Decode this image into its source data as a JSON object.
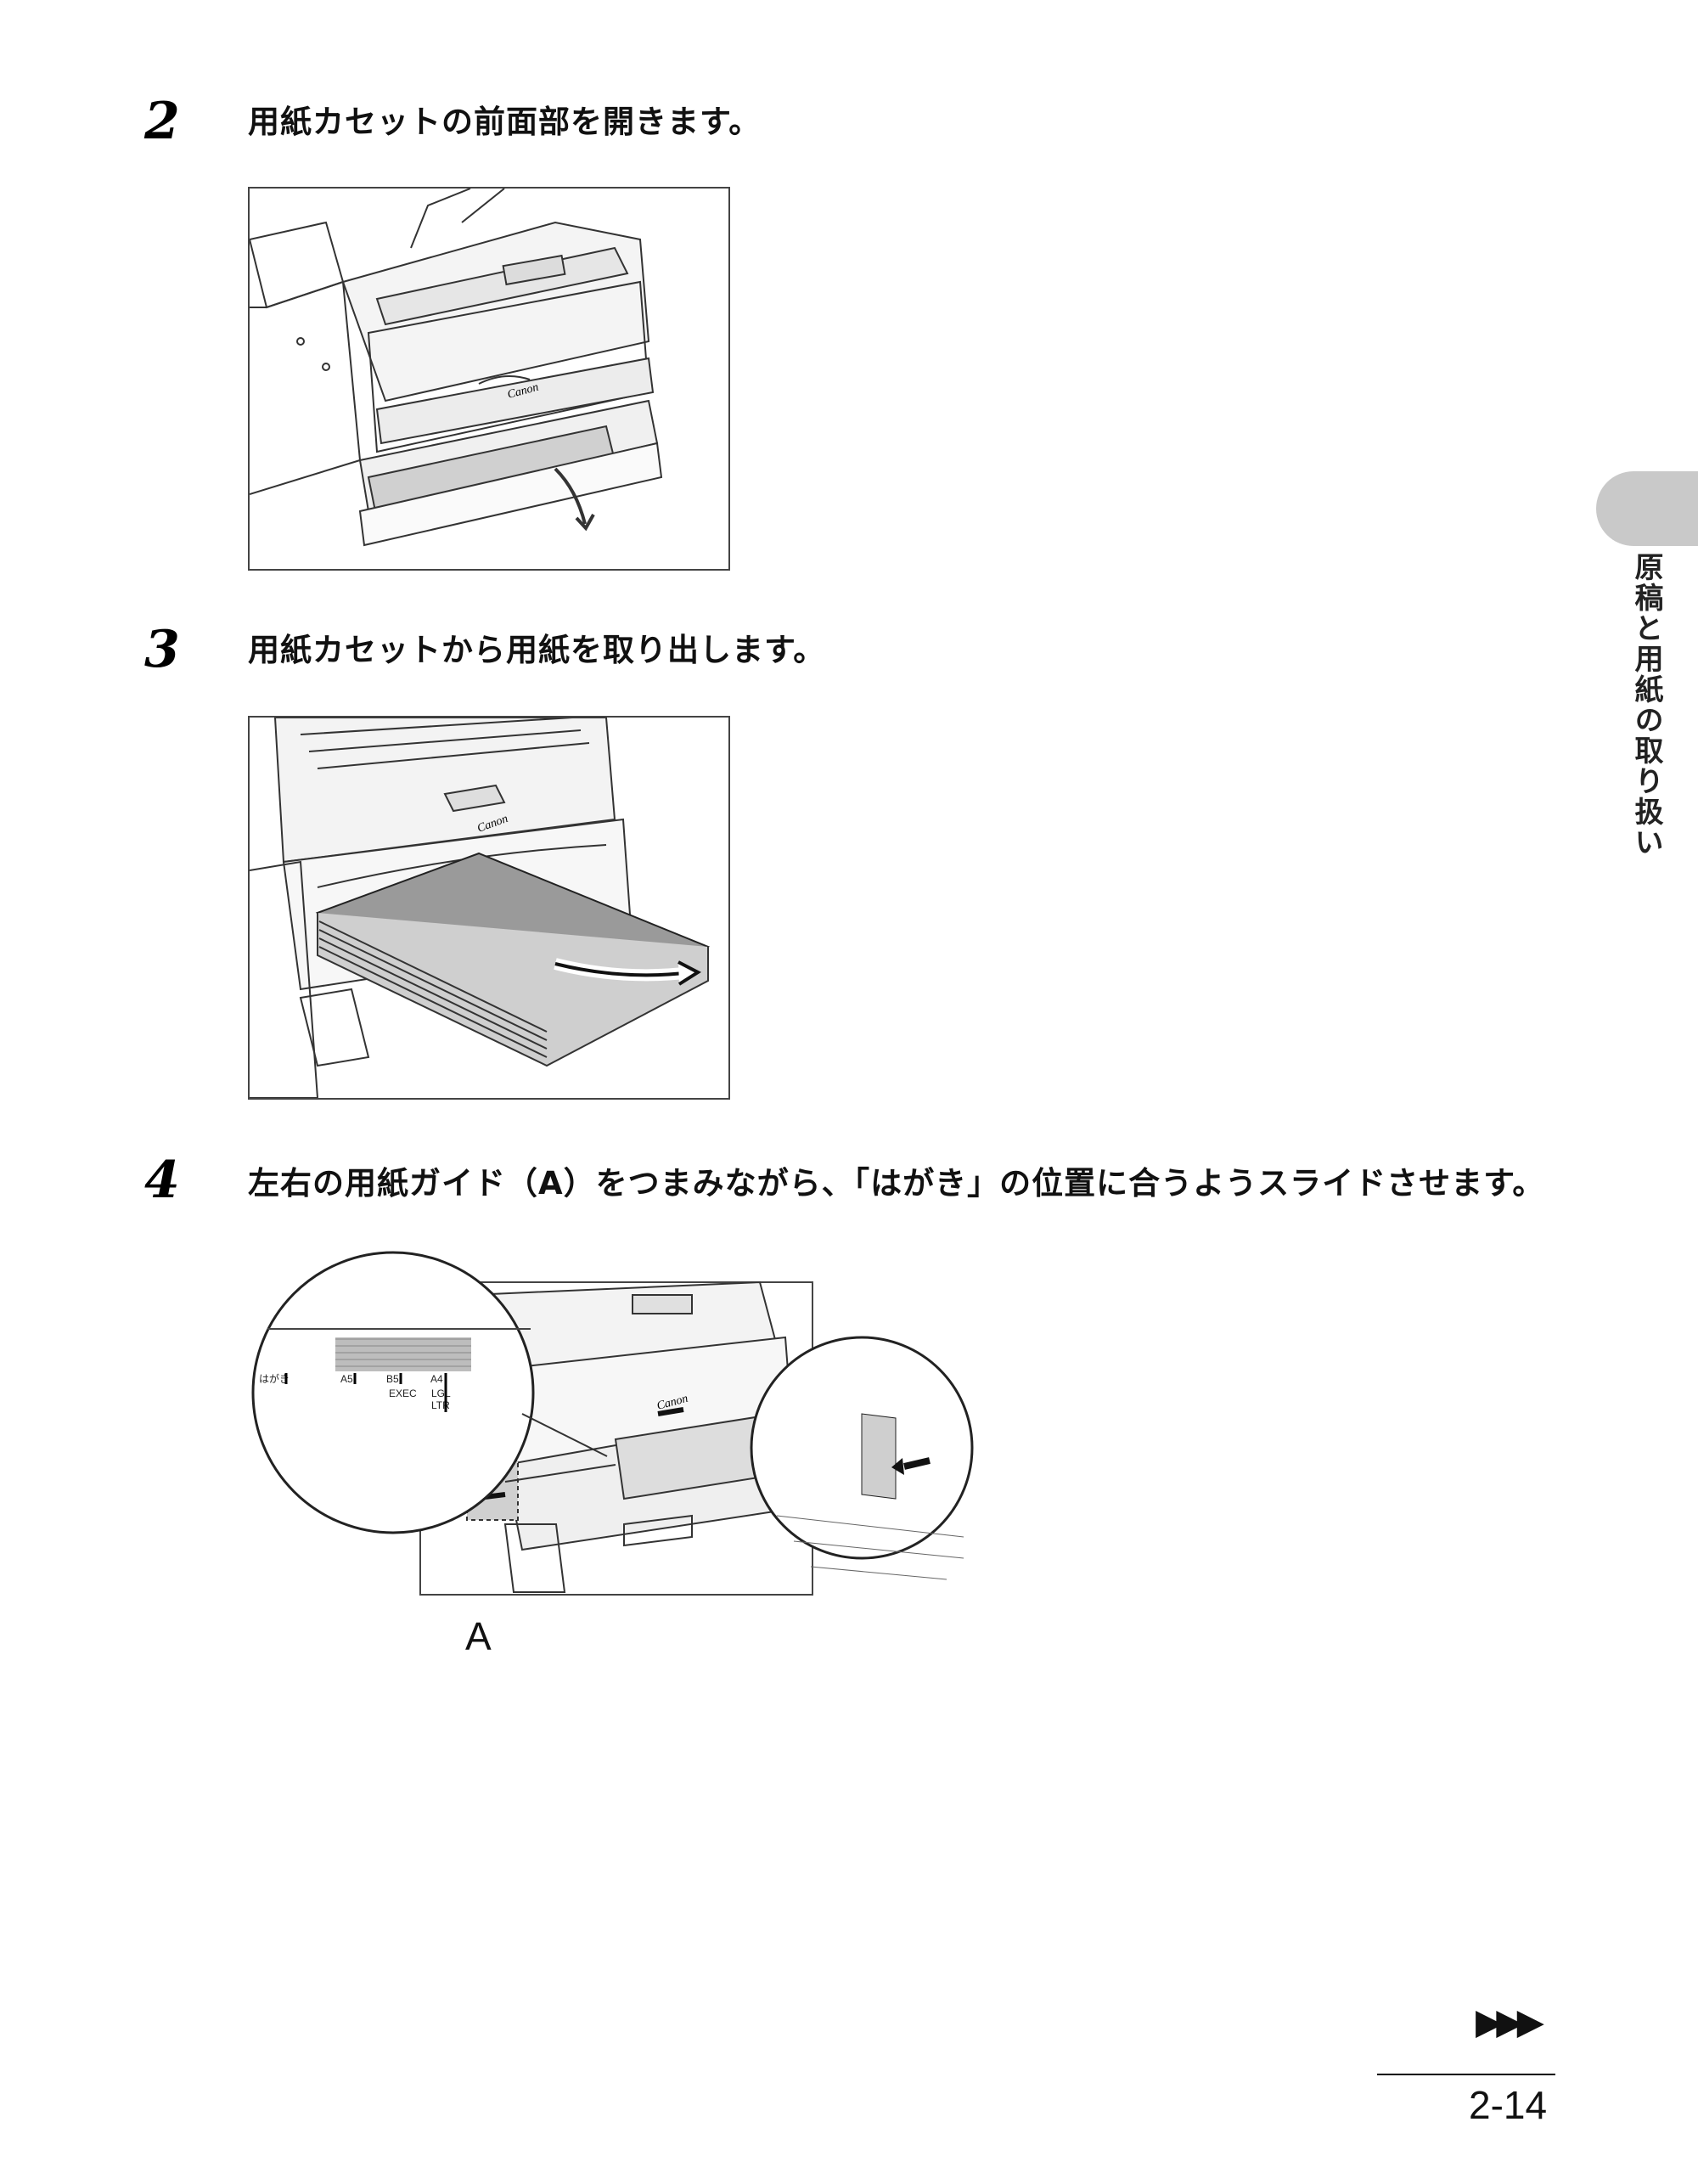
{
  "steps": [
    {
      "number": "2",
      "text": "用紙カセットの前面部を開きます。"
    },
    {
      "number": "3",
      "text": "用紙カセットから用紙を取り出します。"
    },
    {
      "number": "4",
      "text": "左右の用紙ガイド（A）をつまみながら、「はがき」の位置に合うようスライドさせます。"
    }
  ],
  "figure_labels": {
    "brand": "Canon",
    "callout_a": "A",
    "guide_scale": {
      "hagaki": "はがき",
      "a5": "A5",
      "b5": "B5",
      "a4": "A4",
      "exec": "EXEC",
      "lgl": "LGL",
      "ltr": "LTR"
    }
  },
  "side_tab_label": "原稿と用紙の取り扱い",
  "continue_marker": "▶▶▶",
  "page_number": "2-14"
}
